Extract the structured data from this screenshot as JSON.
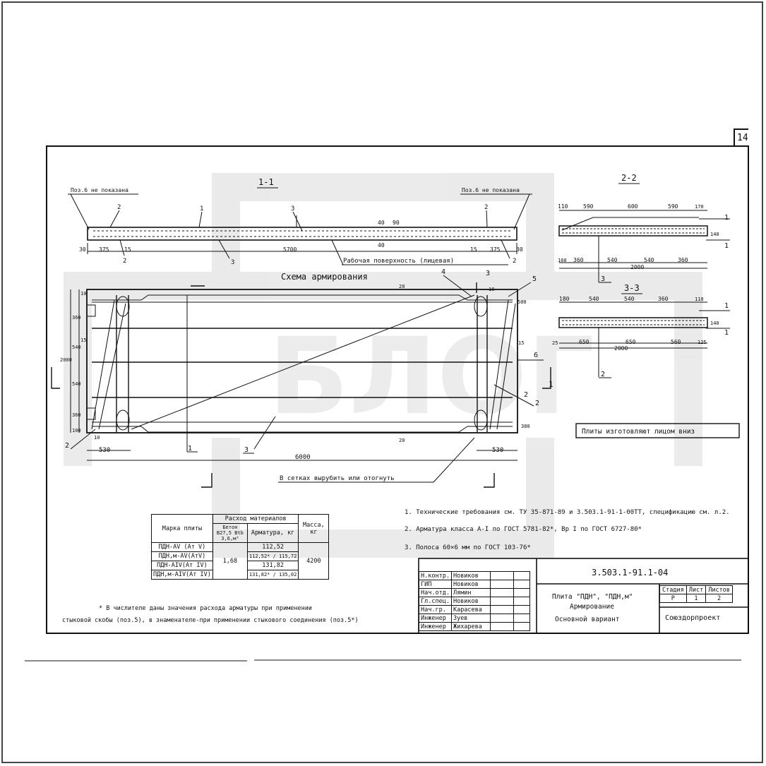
{
  "sheet_number": "14",
  "watermark": "БЛОГ",
  "sections": {
    "s11": {
      "title": "1-1",
      "not_shown_left": "Поз.6 не показана",
      "not_shown_right": "Поз.6 не показана",
      "work_surface": "Рабочая поверхность (лицевая)",
      "dims": {
        "d30a": "30",
        "d375a": "375",
        "d15a": "15",
        "d5700": "5700",
        "d15b": "15",
        "d375b": "375",
        "d30b": "30",
        "d40a": "40",
        "d40b": "40",
        "d90": "90"
      },
      "pos": {
        "p1": "1",
        "p2a": "2",
        "p2b": "2",
        "p3a": "3",
        "p3b": "3",
        "p2c": "2",
        "p2d": "2"
      }
    },
    "s22": {
      "title": "2-2",
      "dims": {
        "a110": "110",
        "a590": "590",
        "a600": "600",
        "a590b": "590",
        "a170": "170",
        "b160": "160",
        "b360": "360",
        "b540": "540",
        "b540b": "540",
        "b360b": "360",
        "b2000": "2000",
        "b140": "140"
      },
      "pos": {
        "p1a": "1",
        "p1b": "1",
        "p3": "3"
      }
    },
    "s33": {
      "title": "3-3",
      "dims": {
        "c180": "180",
        "c540": "540",
        "c540b": "540",
        "c360": "360",
        "c110": "110",
        "d25": "25",
        "d650": "650",
        "d650b": "650",
        "d560": "560",
        "d125": "125",
        "d2000": "2000",
        "d140": "140"
      },
      "pos": {
        "p1a": "1",
        "p1b": "1",
        "p2": "2"
      }
    },
    "plan": {
      "title": "Схема армирования",
      "left_dims": {
        "l10": "10",
        "l360": "360",
        "l540": "540",
        "l15": "15",
        "l540b": "540",
        "l360b": "360",
        "l100": "100",
        "l2000": "2000"
      },
      "dims": {
        "d530a": "530",
        "d530b": "530",
        "d6000": "6000",
        "d20a": "20",
        "d20b": "20",
        "d10a": "10",
        "d10b": "10",
        "d380": "380",
        "d500": "500",
        "d15": "15"
      },
      "pos": {
        "p1a": "1",
        "p1b": "1",
        "p2a": "2",
        "p2b": "2",
        "p3a": "3",
        "p3b": "3",
        "p4": "4",
        "p5": "5",
        "p6": "6",
        "p2c": "2"
      },
      "cut_note": "В сетках вырубить или отогнуть",
      "face_note": "Плиты изготовляют лицом вниз"
    }
  },
  "notes": [
    "1. Технические требования см. ТУ 35-871-89 и 3.503.1-91-1-00ТТ, спецификацию см. л.2.",
    "2. Арматура класса А-I по ГОСТ 5781-82*, Вр I по ГОСТ 6727-80*",
    "3. Полоса 60×6 мм по ГОСТ 103-76*"
  ],
  "spec_table": {
    "h_mark": "Марка плиты",
    "h_consumption": "Расход материалов",
    "h_concrete": "Бетон В27,5 Btb 3,6,м³",
    "h_rebar": "Арматура, кг",
    "h_mass": "Масса, кг",
    "rows": [
      {
        "mark": "ПДН-АV (Ат V)",
        "rebar": "112,52"
      },
      {
        "mark": "ПДН,м-АV(АтV)",
        "rebar": "112,52* / 115,72"
      },
      {
        "mark": "ПДН-АIV(Ат IV)",
        "rebar": "131,82"
      },
      {
        "mark": "ПДН,м-АIV(Ат IV)",
        "rebar": "131,82* / 135,02"
      }
    ],
    "concrete": "1,68",
    "mass": "4200"
  },
  "footnote": [
    "* В числителе даны значения расхода арматуры при применении",
    "стыковой скобы (поз.5), в знаменателе-при применении стыкового соединения (поз.5*)"
  ],
  "title_block": {
    "code": "3.503.1-91.1-04",
    "signers": [
      {
        "role": "Н.контр.",
        "name": "Новиков"
      },
      {
        "role": "ГИП",
        "name": "Новиков"
      },
      {
        "role": "Нач.отд.",
        "name": "Лямин"
      },
      {
        "role": "Гл.спец.",
        "name": "Новиков"
      },
      {
        "role": "Нач.гр.",
        "name": "Карасева"
      },
      {
        "role": "Инженер",
        "name": "Зуев"
      },
      {
        "role": "Инженер",
        "name": "Жихарева"
      }
    ],
    "title_lines": [
      "Плита \"ПДН\", \"ПДН,м\"",
      "Армирование",
      "Основной вариант"
    ],
    "stage_label": "Стадия",
    "sheet_label": "Лист",
    "sheets_label": "Листов",
    "stage": "Р",
    "sheet": "1",
    "sheets": "2",
    "org": "Союздорпроект"
  }
}
